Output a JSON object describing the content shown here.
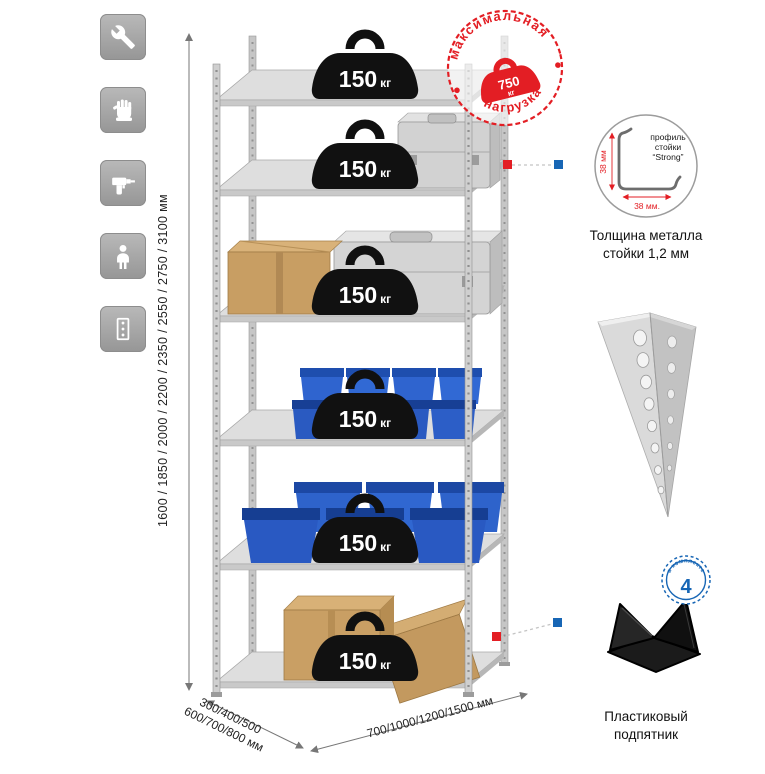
{
  "sidebar": {
    "icons": [
      "wrench",
      "gloves",
      "drill",
      "person",
      "rack"
    ]
  },
  "dimensions": {
    "height": "1600 / 1850 / 2000 / 2200 / 2350 / 2550 / 2750 / 3100 мм",
    "depth_line1": "300/400/500",
    "depth_line2": "600/700/800 мм",
    "width": "700/1000/1200/1500 мм"
  },
  "rack": {
    "shelves": [
      {
        "value": "150",
        "unit": "кг"
      },
      {
        "value": "150",
        "unit": "кг"
      },
      {
        "value": "150",
        "unit": "кг"
      },
      {
        "value": "150",
        "unit": "кг"
      },
      {
        "value": "150",
        "unit": "кг"
      },
      {
        "value": "150",
        "unit": "кг"
      }
    ]
  },
  "stamp": {
    "top": "максимальная",
    "bottom": "нагрузка",
    "value": "750",
    "unit": "кг"
  },
  "profile": {
    "label_line1": "профиль",
    "label_line2": "стойки",
    "label_line3": "“Strong”",
    "dim_v": "38 мм",
    "dim_h": "38 мм.",
    "caption_line1": "Толщина металла",
    "caption_line2": "стойки 1,2 мм"
  },
  "foot": {
    "badge_value": "4",
    "badge_text": "в комплекте",
    "caption_line1": "Пластиковый",
    "caption_line2": "подпятник"
  },
  "colors": {
    "accent_red": "#e31e24",
    "accent_blue": "#1766b5",
    "bin_blue": "#2e63cb"
  }
}
